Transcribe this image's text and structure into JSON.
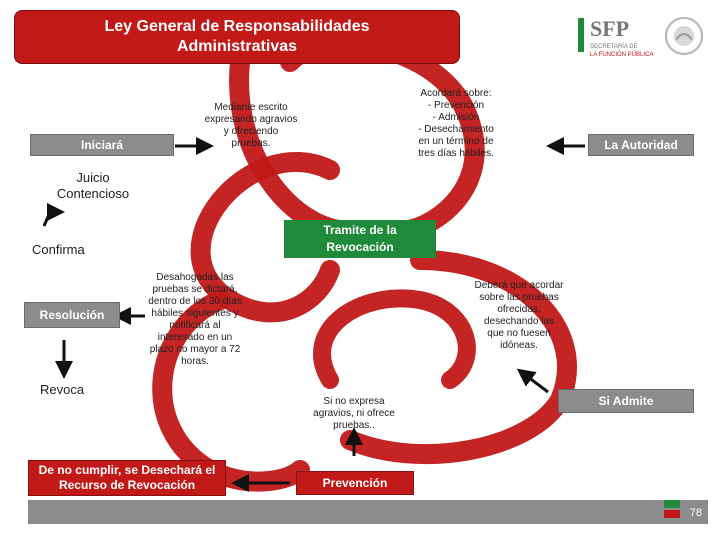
{
  "header": {
    "title_line1": "Ley General de Responsabilidades",
    "title_line2": "Administrativas"
  },
  "logo": {
    "acronym": "SFP",
    "org_line1": "SECRETARÍA DE",
    "org_line2": "LA FUNCIÓN PÚBLICA"
  },
  "nodes": {
    "iniciara": "Iniciará",
    "autoridad": "La Autoridad",
    "juicio_line1": "Juicio",
    "juicio_line2": "Contencioso",
    "confirma": "Confirma",
    "tramite_line1": "Tramite de la",
    "tramite_line2": "Revocación",
    "resolucion": "Resolución",
    "revoca": "Revoca",
    "si_admite": "Si Admite",
    "desechara_line1": "De no cumplir, se Desechará el",
    "desechara_line2": "Recurso de Revocación",
    "prevencion": "Prevención"
  },
  "notes": {
    "escrito": [
      "Mediante escrito",
      "expresando agravios",
      "y ofreciendo",
      "pruebas."
    ],
    "acordara": [
      "Acordará sobre:",
      "- Prevención",
      "- Admisión",
      "- Desechamiento",
      "en un término de",
      "tres días hábiles."
    ],
    "desahogadas": [
      "Desahogadas las",
      "pruebas se dictará,",
      "dentro de los 30 días",
      "hábiles siguientes y",
      "notificará al",
      "interesado en un",
      "plazo no mayor a 72",
      "horas."
    ],
    "acordar_pruebas": [
      "Deberá que acordar",
      "sobre las pruebas",
      "ofrecidas,",
      "desechando las",
      "que no fuesen",
      "idóneas."
    ],
    "no_expresa": [
      "Si no expresa",
      "agravios, ni ofrece",
      "pruebas.."
    ]
  },
  "footer": {
    "page_number": "78"
  },
  "colors": {
    "red": "#c11818",
    "grey": "#8c8c8c",
    "green": "#1f8a3a"
  }
}
